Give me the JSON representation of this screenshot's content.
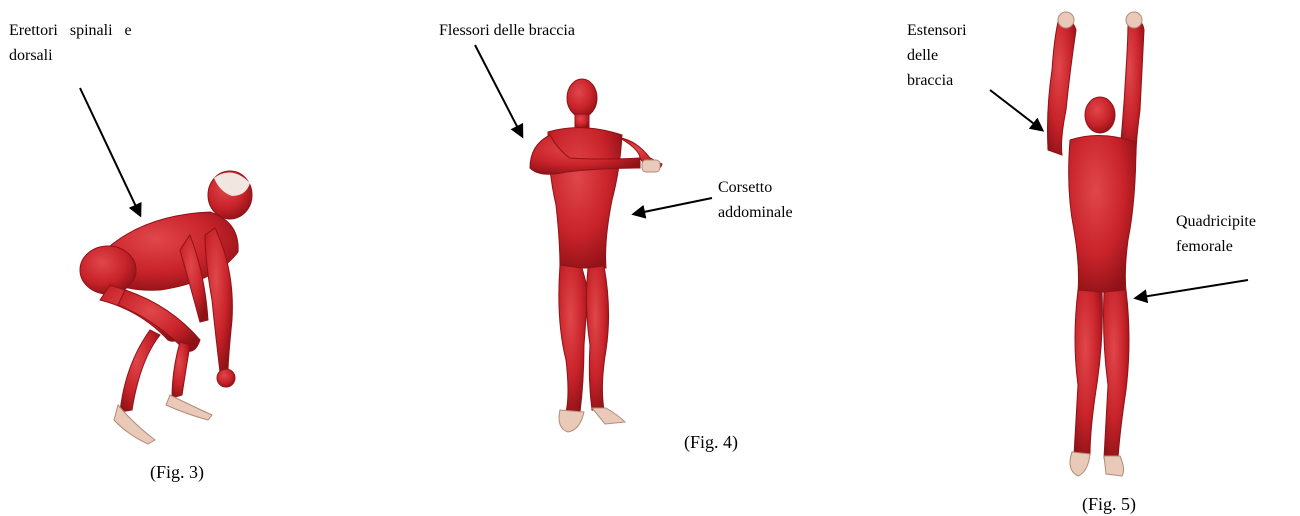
{
  "labels": {
    "erettori_line1": "Erettori   spinali   e",
    "erettori_line2": "dorsali",
    "flessori": "Flessori delle braccia",
    "corsetto_line1": "Corsetto",
    "corsetto_line2": "addominale",
    "estensori_line1": "Estensori",
    "estensori_line2": "delle",
    "estensori_line3": "braccia",
    "quadricipite_line1": "Quadricipite",
    "quadricipite_line2": "femorale"
  },
  "captions": {
    "fig3": "(Fig. 3)",
    "fig4": "(Fig. 4)",
    "fig5": "(Fig. 5)"
  },
  "colors": {
    "muscle": "#c8232a",
    "muscle_dark": "#9e1419",
    "tendon": "#e9c9b8",
    "arrow": "#000000"
  }
}
